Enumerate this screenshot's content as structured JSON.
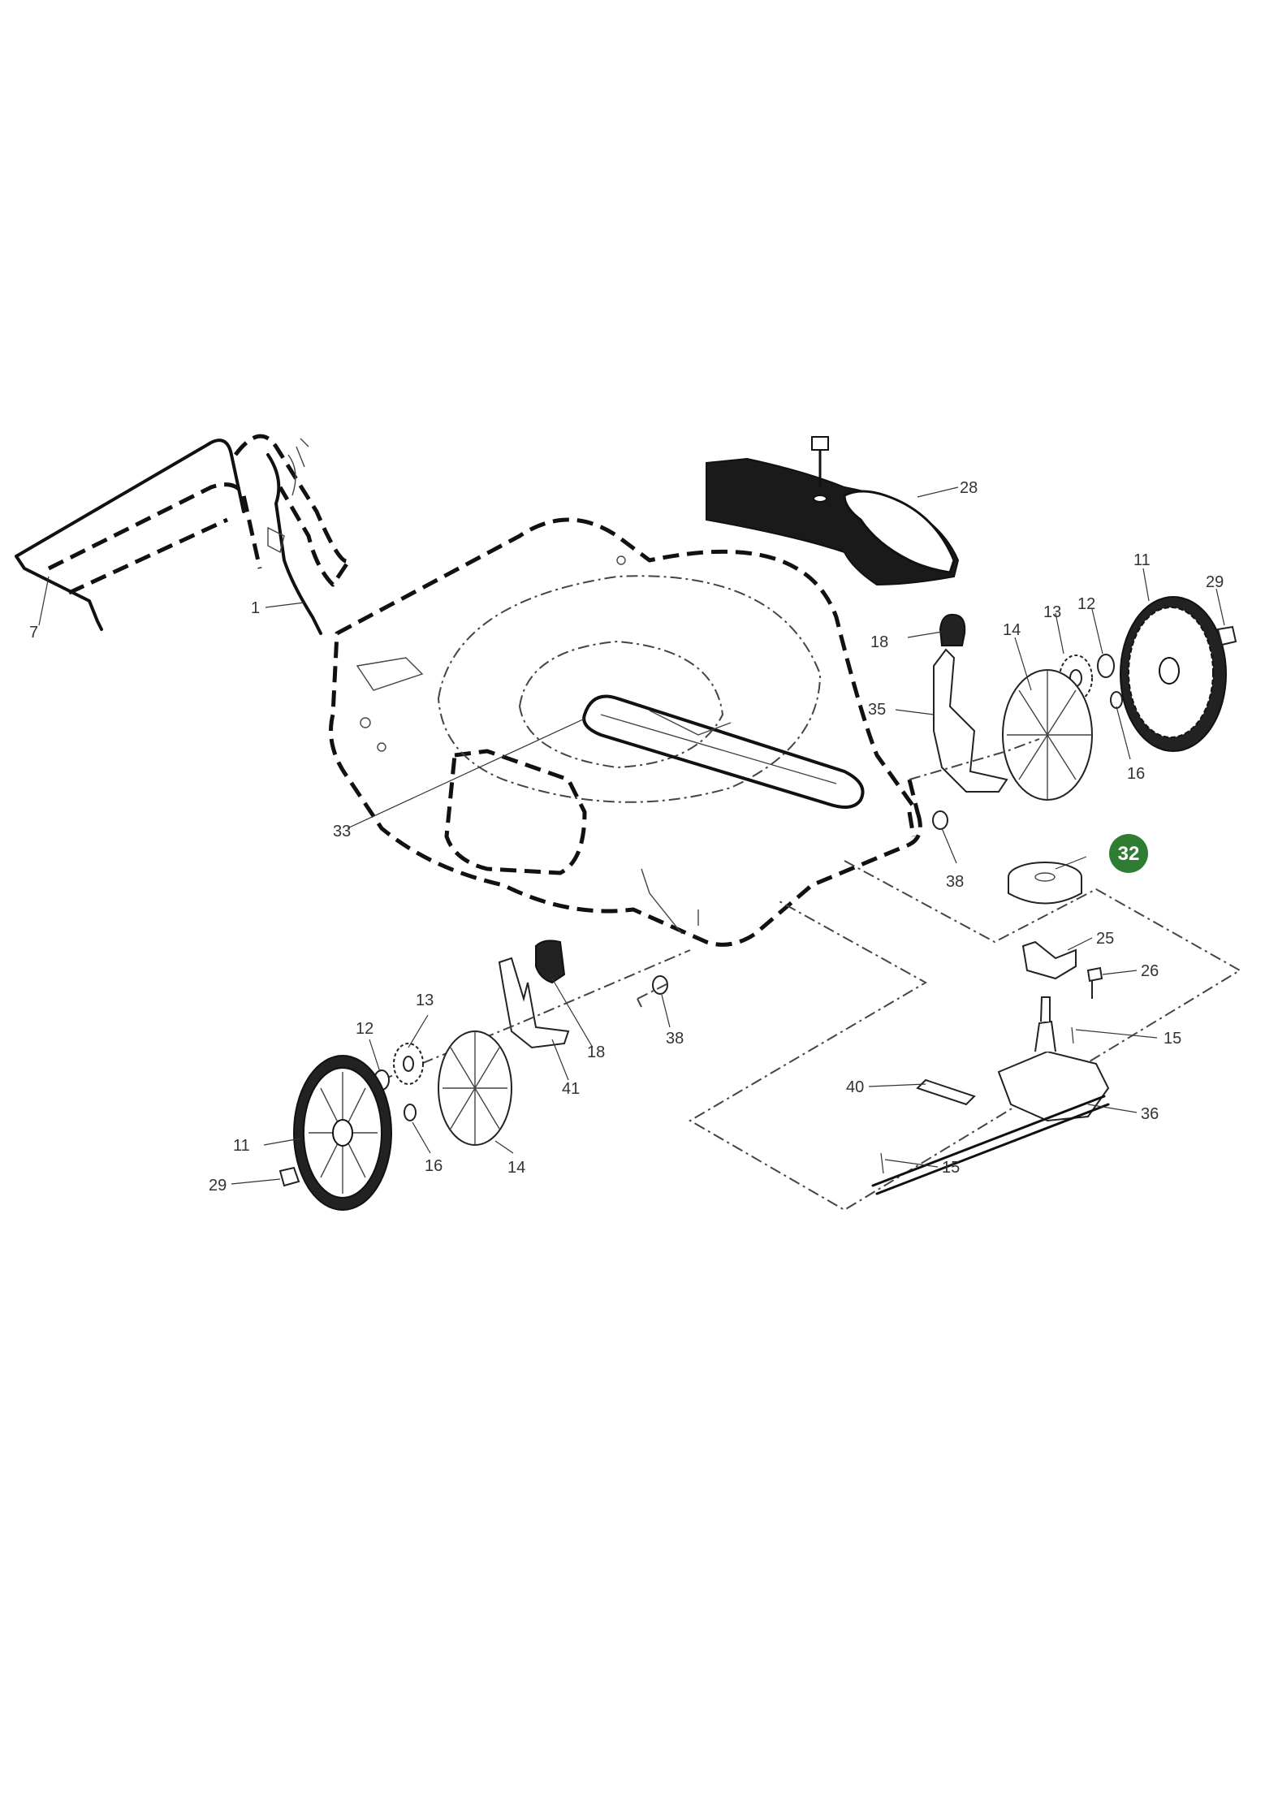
{
  "highlight": {
    "part": "32",
    "color": "#2e7d32",
    "text_color": "#ffffff"
  },
  "callouts": {
    "c1": "1",
    "c7": "7",
    "c28": "28",
    "c11a": "11",
    "c29a": "29",
    "c12a": "12",
    "c13a": "13",
    "c14a": "14",
    "c18a": "18",
    "c35": "35",
    "c16a": "16",
    "c38a": "38",
    "c33": "33",
    "c25": "25",
    "c26": "26",
    "c15a": "15",
    "c40": "40",
    "c36": "36",
    "c15b": "15",
    "c13b": "13",
    "c12b": "12",
    "c18b": "18",
    "c38b": "38",
    "c41": "41",
    "c11b": "11",
    "c16b": "16",
    "c14b": "14",
    "c29b": "29"
  }
}
